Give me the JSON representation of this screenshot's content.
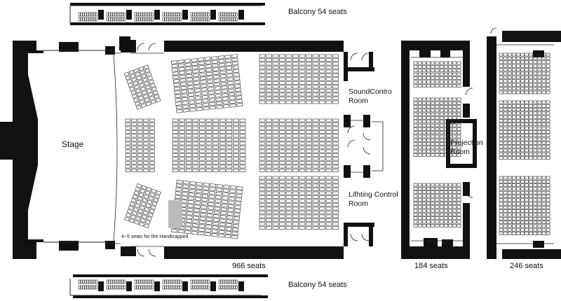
{
  "labels": {
    "balcony_top": "Balcony 54 seats",
    "balcony_bottom": "Balcony 54 seats",
    "stage": "Stage",
    "sound_control_line1": "SoundContro",
    "sound_control_line2": "Room",
    "lighting_control_line1": "Lifhting Control",
    "lighting_control_line2": "Room",
    "projection_line1": "Projection",
    "projection_line2": "Room",
    "handicapped_note": "4~5 seats for the Handicapped",
    "main_hall_seats": "966 seats",
    "middle_hall_seats": "184 seats",
    "right_hall_seats": "246 seats"
  }
}
